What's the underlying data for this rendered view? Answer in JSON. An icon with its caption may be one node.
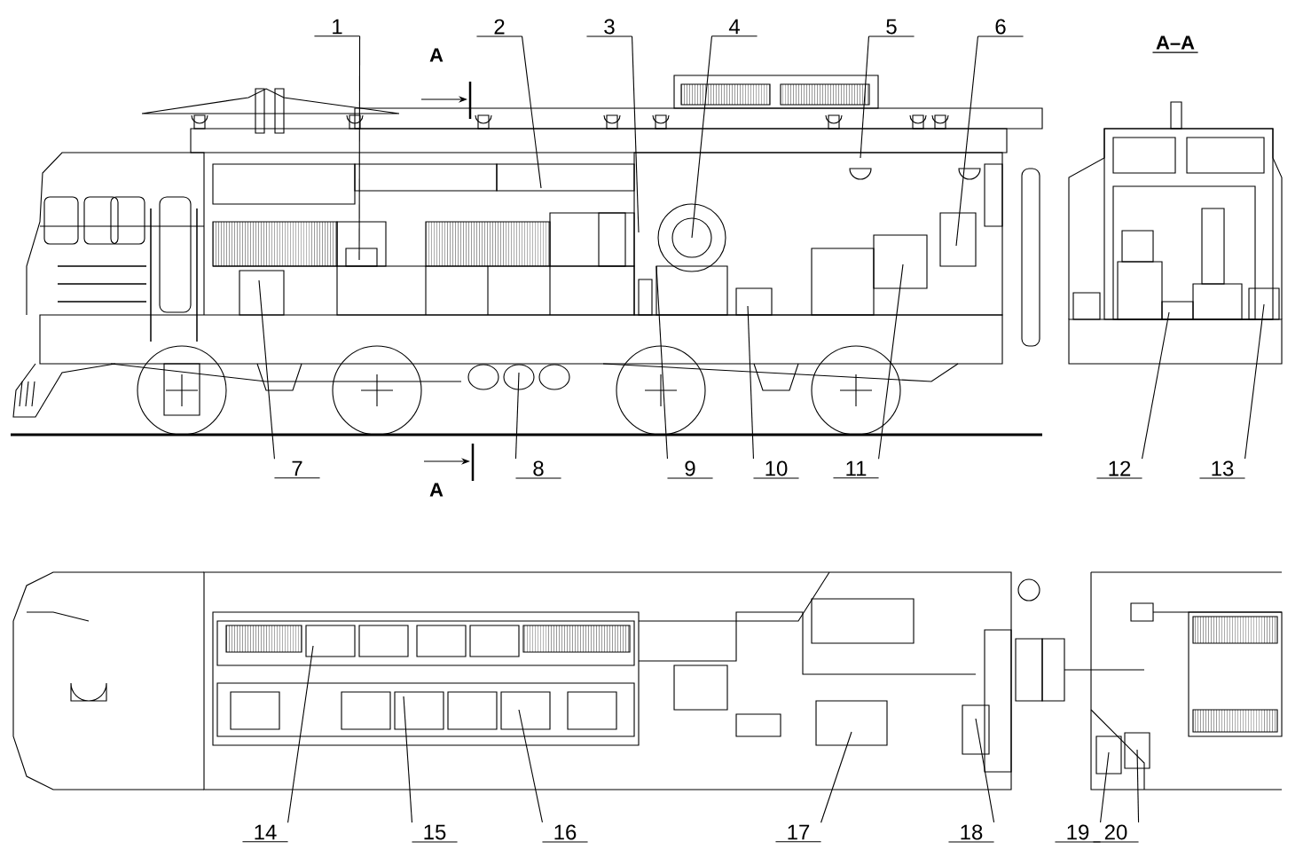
{
  "diagram": {
    "nodes": [
      {
        "text": [
          "1"
        ]
      },
      {
        "text": [
          "2"
        ]
      },
      {
        "text": [
          "3"
        ]
      },
      {
        "text": [
          "4"
        ]
      },
      {
        "text": [
          "5"
        ]
      },
      {
        "text": [
          "6"
        ]
      },
      {
        "text": [
          "7"
        ]
      },
      {
        "text": [
          "8"
        ]
      },
      {
        "text": [
          "9"
        ]
      },
      {
        "text": [
          "10"
        ]
      },
      {
        "text": [
          "11"
        ]
      },
      {
        "text": [
          "12"
        ]
      },
      {
        "text": [
          "13"
        ]
      },
      {
        "text": [
          "14"
        ]
      },
      {
        "text": [
          "15"
        ]
      },
      {
        "text": [
          "16"
        ]
      },
      {
        "text": [
          "17"
        ]
      },
      {
        "text": [
          "18"
        ]
      },
      {
        "text": [
          "19"
        ]
      },
      {
        "text": [
          "20"
        ]
      }
    ],
    "edges": [
      {
        "from": 0,
        "to": null,
        "arrow": "none"
      },
      {
        "from": 1,
        "to": null,
        "arrow": "none"
      },
      {
        "from": 2,
        "to": null,
        "arrow": "none"
      },
      {
        "from": 3,
        "to": null,
        "arrow": "none"
      },
      {
        "from": 4,
        "to": null,
        "arrow": "none"
      },
      {
        "from": 5,
        "to": null,
        "arrow": "none"
      },
      {
        "from": 6,
        "to": null,
        "arrow": "none"
      },
      {
        "from": 7,
        "to": null,
        "arrow": "none"
      },
      {
        "from": 8,
        "to": null,
        "arrow": "none"
      },
      {
        "from": 9,
        "to": null,
        "arrow": "none"
      },
      {
        "from": 10,
        "to": null,
        "arrow": "none"
      },
      {
        "from": 11,
        "to": null,
        "arrow": "none"
      },
      {
        "from": 12,
        "to": null,
        "arrow": "none"
      },
      {
        "from": 13,
        "to": null,
        "arrow": "none"
      },
      {
        "from": 14,
        "to": null,
        "arrow": "none"
      },
      {
        "from": 15,
        "to": null,
        "arrow": "none"
      },
      {
        "from": 16,
        "to": null,
        "arrow": "none"
      },
      {
        "from": 17,
        "to": null,
        "arrow": "none"
      },
      {
        "from": 18,
        "to": null,
        "arrow": "none"
      },
      {
        "from": 19,
        "to": null,
        "arrow": "none"
      }
    ],
    "labels": [
      "A",
      "A",
      "A–A"
    ]
  }
}
